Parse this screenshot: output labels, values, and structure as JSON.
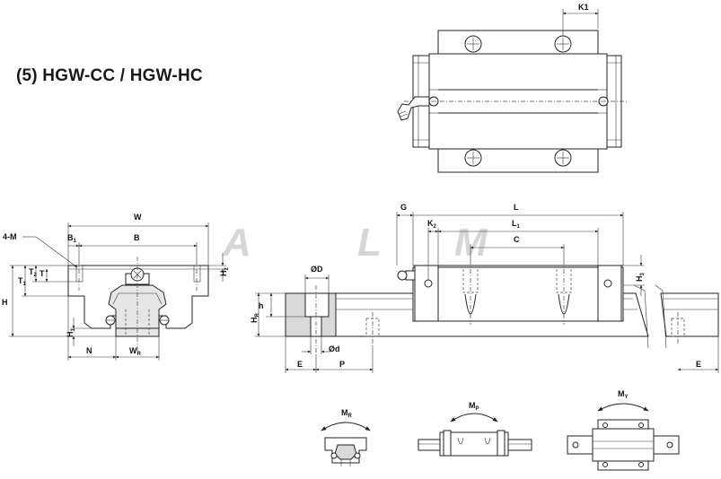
{
  "title": "(5) HGW-CC / HGW-HC",
  "watermark": [
    "A",
    "L",
    "M"
  ],
  "top_view": {
    "k1": "K1"
  },
  "front_view": {
    "w": "W",
    "b1": "B",
    "b1_sub": "1",
    "b": "B",
    "four_m": "4-M",
    "t1": "T",
    "t1_sub": "1",
    "t2": "T",
    "t2_sub": "2",
    "t": "T",
    "h2": "H",
    "h2_sub": "2",
    "h": "H",
    "h1": "H",
    "h1_sub": "1",
    "n": "N",
    "wr": "W",
    "wr_sub": "R"
  },
  "side_view": {
    "g": "G",
    "l": "L",
    "k2": "K",
    "k2_sub": "2",
    "l1": "L",
    "l1_sub": "1",
    "c": "C",
    "h3": "H",
    "h3_sub": "3",
    "od_big": "ØD",
    "h_small": "h",
    "hr": "H",
    "hr_sub": "R",
    "od_small": "Ød",
    "e_left": "E",
    "p": "P",
    "e_right": "E"
  },
  "moments": {
    "mr": "M",
    "mr_sub": "R",
    "mp": "M",
    "mp_sub": "P",
    "my": "M",
    "my_sub": "Y"
  }
}
